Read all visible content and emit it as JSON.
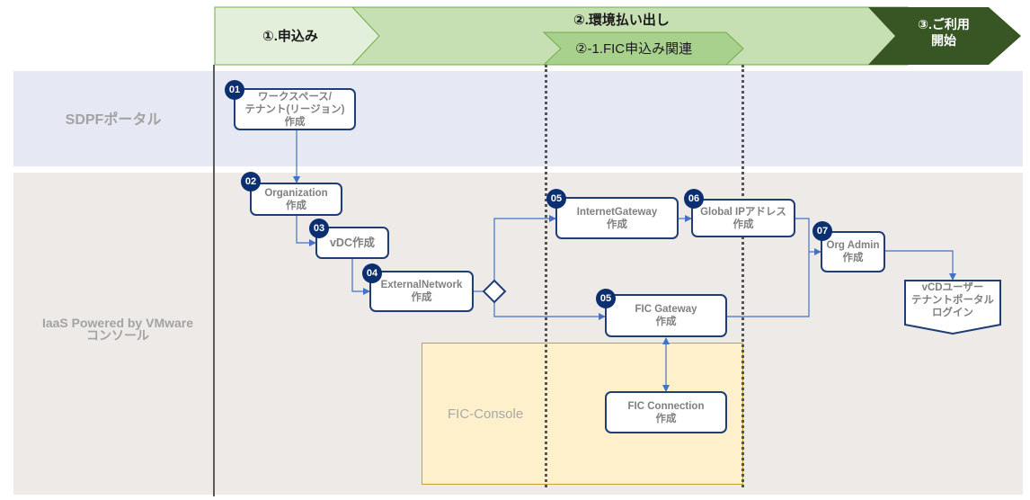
{
  "phases": [
    {
      "label": "①.申込み",
      "color": "#e2efda"
    },
    {
      "label": "②.環境払い出し",
      "color": "#c6e0b4"
    },
    {
      "label": "②-1.FIC申込み関連",
      "color": "#a9d18e"
    },
    {
      "label": "③.ご利用\n開始",
      "label_line1": "③.ご利用",
      "label_line2": "開始",
      "color": "#375623"
    }
  ],
  "lanes": {
    "sdpf": {
      "label": "SDPFポータル"
    },
    "iaas": {
      "label_line1": "IaaS Powered by VMware",
      "label_line2": "コンソール"
    },
    "fic": {
      "label": "FIC-Console"
    }
  },
  "steps": [
    {
      "id": "01",
      "line1": "ワークスペース/",
      "line2": "テナント(リージョン)",
      "line3": "作成"
    },
    {
      "id": "02",
      "line1": "Organization",
      "line2": "作成"
    },
    {
      "id": "03",
      "line1": "vDC作成"
    },
    {
      "id": "04",
      "line1": "ExternalNetwork",
      "line2": "作成"
    },
    {
      "id": "05",
      "line1": "InternetGateway",
      "line2": "作成"
    },
    {
      "id": "06",
      "line1": "Global IPアドレス",
      "line2": "作成"
    },
    {
      "id": "05",
      "line1": "FIC Gateway",
      "line2": "作成"
    },
    {
      "id": "07",
      "line1": "Org Admin",
      "line2": "作成"
    }
  ],
  "fic_connection": {
    "line1": "FIC Connection",
    "line2": "作成"
  },
  "end": {
    "line1": "vCDユーザー",
    "line2": "テナントポータル",
    "line3": "ログイン"
  },
  "colors": {
    "node_border": "#1f3e75",
    "badge": "#0c2f72",
    "arrow": "#4472c4"
  }
}
